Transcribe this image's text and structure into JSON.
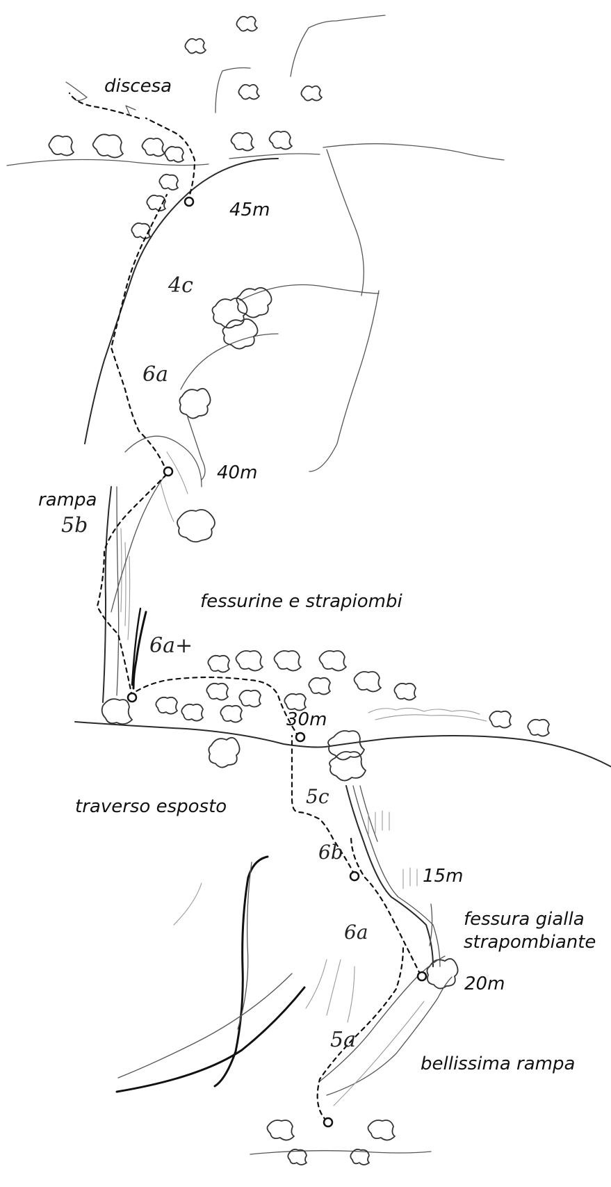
{
  "topo": {
    "labels": {
      "descent": "discesa",
      "len_45": "45m",
      "grade_4c": "4c",
      "grade_6a_upper": "6a",
      "len_40": "40m",
      "ramp_name": "rampa",
      "ramp_grade": "5b",
      "cracks_note": "fessurine e strapiombi",
      "grade_6a_plus": "6a+",
      "len_30": "30m",
      "traverse_note": "traverso esposto",
      "grade_5c": "5c",
      "grade_6b": "6b",
      "len_15": "15m",
      "yellow_crack_line1": "fessura gialla",
      "yellow_crack_line2": "strapombiante",
      "grade_6a_lower": "6a",
      "len_20": "20m",
      "grade_5a": "5a",
      "beautiful_ramp": "bellissima rampa"
    }
  }
}
